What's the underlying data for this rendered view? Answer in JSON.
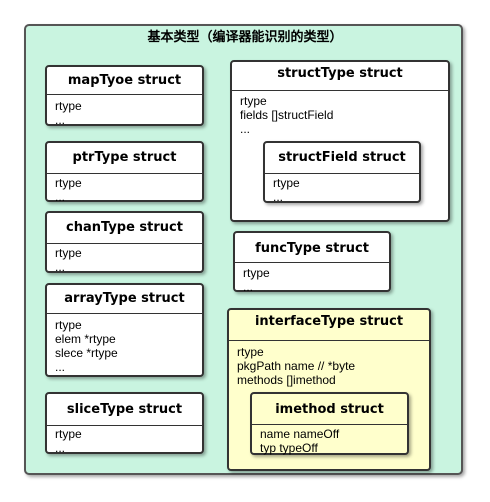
{
  "title": "基本类型（编译器能识别的类型）",
  "boxes": {
    "mapType": {
      "name": "mapTyoe struct",
      "fields": [
        "rtype",
        "..."
      ]
    },
    "ptrType": {
      "name": "ptrType struct",
      "fields": [
        "rtype",
        "..."
      ]
    },
    "chanType": {
      "name": "chanType struct",
      "fields": [
        "rtype",
        "..."
      ]
    },
    "arrayType": {
      "name": "arrayType struct",
      "fields": [
        "rtype",
        "elem *rtype",
        "slece *rtype",
        "..."
      ]
    },
    "sliceType": {
      "name": "sliceType struct",
      "fields": [
        "rtype",
        "..."
      ]
    },
    "structType": {
      "name": "structType struct",
      "fields": [
        "rtype",
        "fields []structField",
        "..."
      ]
    },
    "structField": {
      "name": "structField struct",
      "fields": [
        "rtype",
        "..."
      ]
    },
    "funcType": {
      "name": "funcType struct",
      "fields": [
        "rtype",
        "..."
      ]
    },
    "interfaceType": {
      "name": "interfaceType struct",
      "fields": [
        "rtype",
        "pkgPath name // *byte",
        "methods []imethod"
      ]
    },
    "imethod": {
      "name": "imethod struct",
      "fields": [
        "name nameOff",
        "typ typeOff"
      ]
    }
  },
  "colors": {
    "container_bg": "#c9f4e0",
    "box_bg": "#ffffff",
    "highlight_bg": "#ffffcc"
  }
}
